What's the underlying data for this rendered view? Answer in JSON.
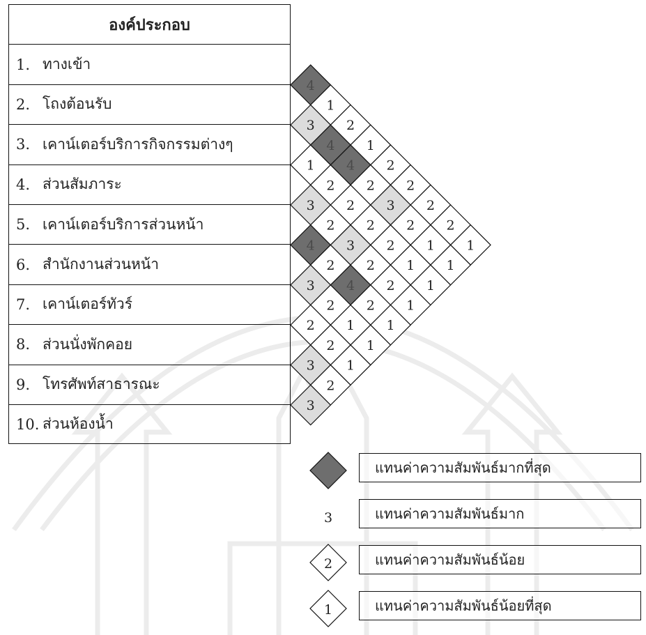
{
  "header": {
    "title": "องค์ประกอบ"
  },
  "components": [
    {
      "num": "1.",
      "label": "ทางเข้า"
    },
    {
      "num": "2.",
      "label": "โถงต้อนรับ"
    },
    {
      "num": "3.",
      "label": "เคาน์เตอร์บริการกิจกรรมต่างๆ"
    },
    {
      "num": "4.",
      "label": "ส่วนสัมภาระ"
    },
    {
      "num": "5.",
      "label": "เคาน์เตอร์บริการส่วนหน้า"
    },
    {
      "num": "6.",
      "label": "สำนักงานส่วนหน้า"
    },
    {
      "num": "7.",
      "label": "เคาน์เตอร์ทัวร์"
    },
    {
      "num": "8.",
      "label": "ส่วนนั่งพักคอย"
    },
    {
      "num": "9.",
      "label": "โทรศัพท์สาธารณะ"
    },
    {
      "num": "10.",
      "label": "ส่วนห้องน้ำ"
    }
  ],
  "matrix": {
    "values": [
      [
        4,
        3,
        1,
        3,
        4,
        3,
        2,
        3,
        3
      ],
      [
        1,
        4,
        2,
        2,
        2,
        2,
        2,
        2
      ],
      [
        2,
        4,
        2,
        3,
        4,
        1,
        1
      ],
      [
        1,
        2,
        2,
        2,
        2,
        1
      ],
      [
        2,
        3,
        2,
        2,
        1
      ],
      [
        2,
        2,
        1,
        1
      ],
      [
        2,
        1,
        1
      ],
      [
        2,
        1
      ],
      [
        1
      ]
    ],
    "colors": {
      "level4": "#6e6e6e",
      "level3": "#dcdcdc",
      "line": "#111111"
    }
  },
  "legend": [
    {
      "level": 4,
      "symbol": "",
      "label": "แทนค่าความสัมพันธ์มากที่สุด"
    },
    {
      "level": 3,
      "symbol": "3",
      "label": "แทนค่าความสัมพันธ์มาก"
    },
    {
      "level": 2,
      "symbol": "2",
      "label": "แทนค่าความสัมพันธ์น้อย"
    },
    {
      "level": 1,
      "symbol": "1",
      "label": "แทนค่าความสัมพันธ์น้อยที่สุด"
    }
  ]
}
